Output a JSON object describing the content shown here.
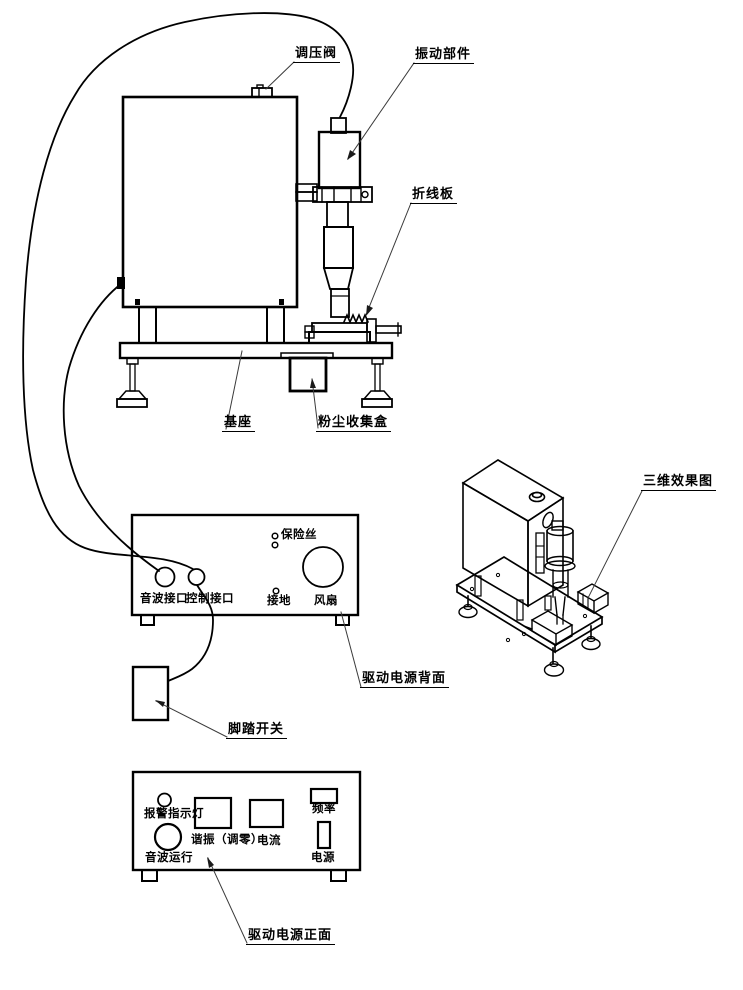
{
  "page": {
    "background_color": "#ffffff",
    "line_color": "#000000",
    "leader_color": "#3a3a3a"
  },
  "front_view": {
    "callouts": {
      "pressure_valve": "调压阀",
      "vibration_component": "振动部件",
      "fold_line_plate": "折线板",
      "base": "基座",
      "dust_collection_box": "粉尘收集盒"
    }
  },
  "back_panel": {
    "caption": "驱动电源背面",
    "labels": {
      "sonic_port": "音波接口",
      "control_port": "控制接口",
      "fuse": "保险丝",
      "ground": "接地",
      "fan": "风扇"
    }
  },
  "foot_switch": {
    "caption": "脚踏开关"
  },
  "front_panel": {
    "caption": "驱动电源正面",
    "labels": {
      "alarm_indicator": "报警指示灯",
      "resonance_zero": "谐振（调零）",
      "current": "电流",
      "sonic_run": "音波运行",
      "frequency": "频率",
      "power": "电源"
    }
  },
  "iso_view": {
    "caption": "三维效果图"
  }
}
